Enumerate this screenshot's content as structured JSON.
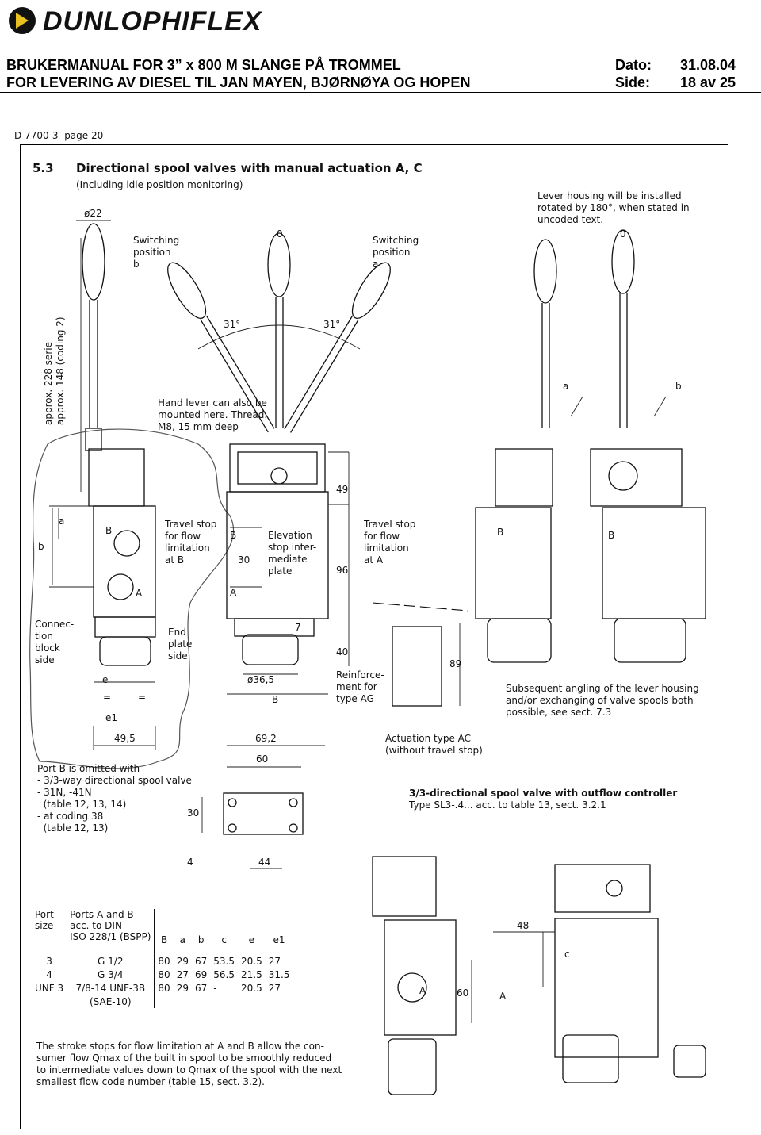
{
  "brand": {
    "logo_text": "DUNLOPHIFLEX",
    "accent": "#111111",
    "badge_color": "#e8c020"
  },
  "header": {
    "title_line1": "BRUKERMANUAL FOR 3” x 800 M SLANGE PÅ TROMMEL",
    "title_line2": "FOR LEVERING AV DIESEL TIL JAN MAYEN, BJØRNØYA OG HOPEN",
    "date_label": "Dato:",
    "date_value": "31.08.04",
    "page_label": "Side:",
    "page_value": "18 av 25"
  },
  "doc_ref": "D 7700-3  page 20",
  "section": {
    "number": "5.3",
    "title": "Directional spool valves with manual actuation A, C",
    "subtitle": "(Including idle position monitoring)"
  },
  "labels": {
    "lever_housing": "Lever housing will be installed\nrotated by 180°, when stated in\nuncoded text.",
    "switching_b": "Switching\nposition\nb",
    "switching_a": "Switching\nposition\na",
    "zero_center": "0",
    "zero_right": "0",
    "angle_left": "31°",
    "angle_right": "31°",
    "hand_lever": "Hand lever can also be\nmounted here. Thread.\nM8, 15 mm deep",
    "approx": "approx. 228 serie\napprox. 148 (coding 2)",
    "phi22": "ø22",
    "travel_b": "Travel stop\nfor flow\nlimitation\nat B",
    "elevation": "Elevation\nstop inter-\nmediate\nplate",
    "travel_a": "Travel stop\nfor flow\nlimitation\nat A",
    "connection": "Connec-\ntion\nblock\nside",
    "end_plate": "End\nplate\nside",
    "reinforcement": "Reinforce-\nment for\ntype AG",
    "actuation_ac": "Actuation type AC\n(without travel stop)",
    "subsequent": "Subsequent angling of the lever housing\nand/or exchanging of valve spools both\npossible, see sect. 7.3",
    "port_b_omitted": "Port B is omitted with\n- 3/3-way directional spool valve\n- 31N, -41N\n  (table 12, 13, 14)\n- at coding 38\n  (table 12, 13)",
    "sl3_title": "3/3-directional spool valve with outflow controller",
    "sl3_sub": "Type SL3-.4... acc. to table 13, sect. 3.2.1",
    "stroke_note": "The stroke stops for flow limitation at A and B allow the con-\nsumer flow Qmax of the built in spool to be smoothly reduced\nto intermediate values down to Qmax of the spool with the next\nsmallest flow code number (table 15, sect. 3.2).",
    "port_B": "B",
    "port_A": "A",
    "lever_a": "a",
    "lever_b": "b"
  },
  "dims": {
    "d49": "49",
    "d96": "96",
    "d40": "40",
    "d7": "7",
    "d89": "89",
    "d30a": "30",
    "d36_5": "ø36,5",
    "dB": "B",
    "de": "e",
    "de1": "e1",
    "d49_5": "49,5",
    "d69_2": "69,2",
    "d60": "60",
    "d30b": "30",
    "d4": "4",
    "d44": "44",
    "d48": "48",
    "dc": "c",
    "d60b": "60",
    "da": "a",
    "db": "b",
    "eq1": "=",
    "eq2": "="
  },
  "table": {
    "headers": [
      "Port\nsize",
      "Ports A and B\nacc. to DIN\nISO 228/1 (BSPP)",
      "B",
      "a",
      "b",
      "c",
      "e",
      "e1"
    ],
    "rows": [
      [
        "3",
        "G 1/2",
        "80",
        "29",
        "67",
        "53.5",
        "20.5",
        "27"
      ],
      [
        "4",
        "G 3/4",
        "80",
        "27",
        "69",
        "56.5",
        "21.5",
        "31.5"
      ],
      [
        "UNF 3",
        "7/8-14 UNF-3B",
        "80",
        "29",
        "67",
        "-",
        "20.5",
        "27"
      ]
    ],
    "row_note": "(SAE-10)"
  }
}
